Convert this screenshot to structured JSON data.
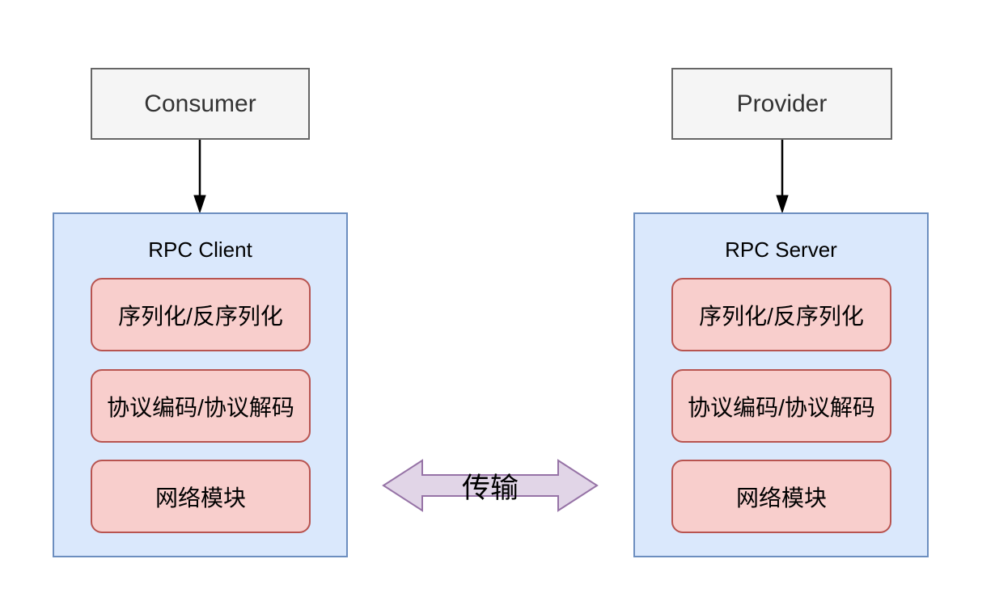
{
  "diagram": {
    "consumer": {
      "label": "Consumer"
    },
    "provider": {
      "label": "Provider"
    },
    "client": {
      "title": "RPC Client",
      "modules": [
        "序列化/反序列化",
        "协议编码/协议解码",
        "网络模块"
      ]
    },
    "server": {
      "title": "RPC Server",
      "modules": [
        "序列化/反序列化",
        "协议编码/协议解码",
        "网络模块"
      ]
    },
    "transport": {
      "label": "传输"
    },
    "colors": {
      "node_fill": "#f5f5f5",
      "node_border": "#666666",
      "node_text": "#333333",
      "container_fill": "#dae8fc",
      "container_border": "#6c8ebf",
      "module_fill": "#f8cecc",
      "module_border": "#b85450",
      "arrow_fill": "#e1d5e7",
      "arrow_border": "#9673a6",
      "connector": "#000000",
      "diagram_text": "#000000"
    }
  }
}
